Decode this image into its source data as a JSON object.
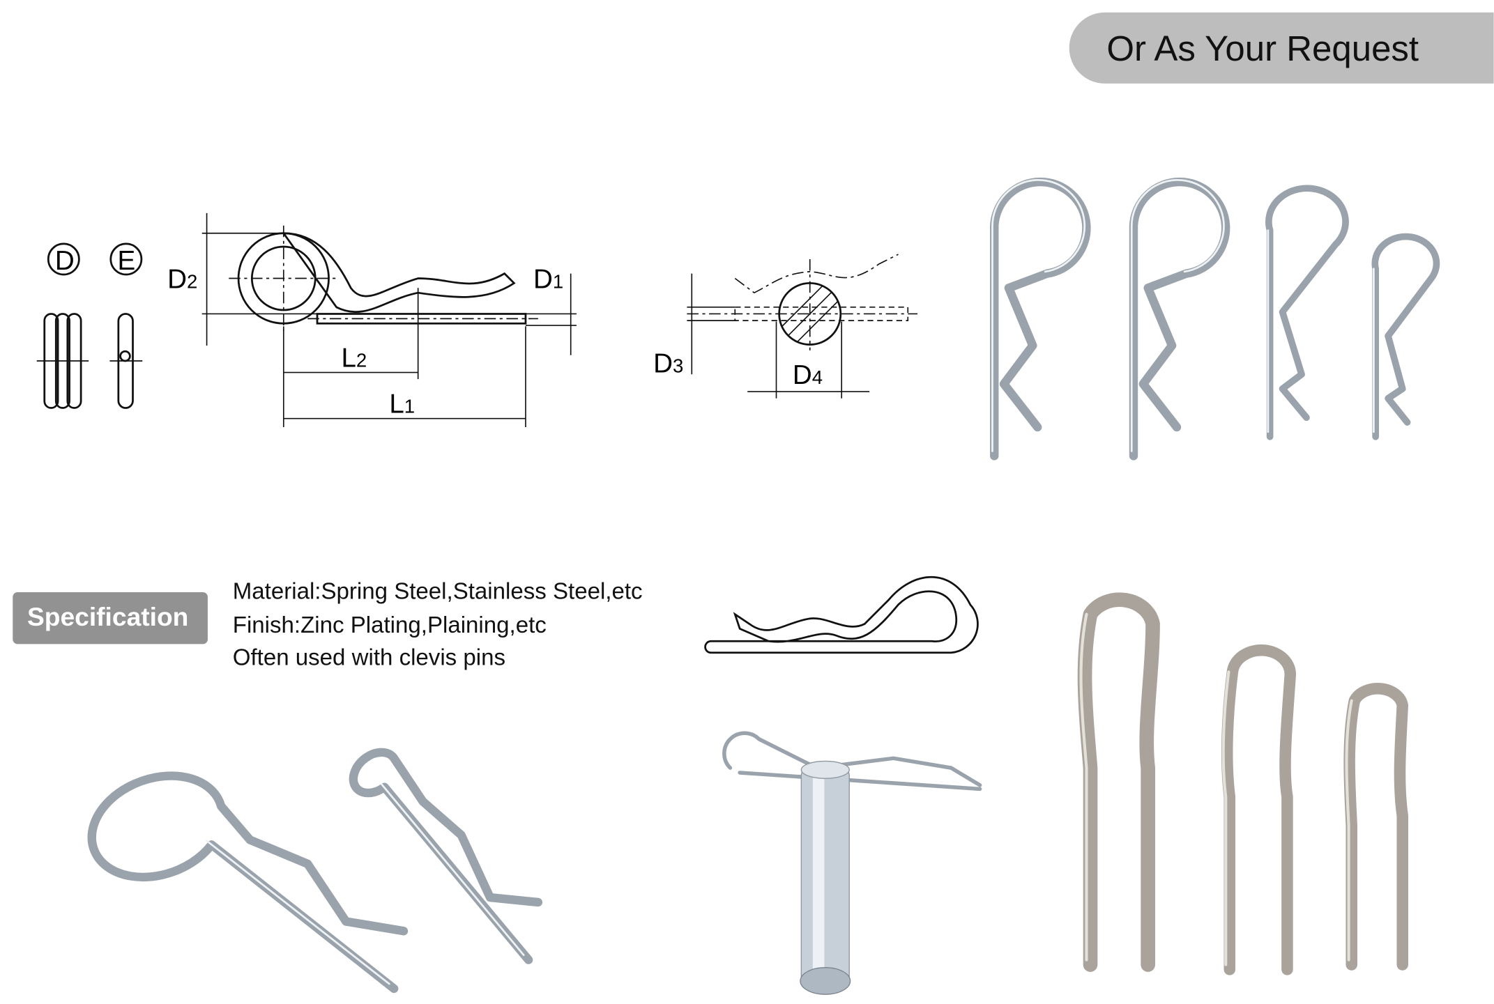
{
  "banner": {
    "label": "Or As Your Request",
    "color": "#bdbdbd"
  },
  "specification": {
    "badge": "Specification",
    "badge_color": "#929292",
    "lines": [
      "Material:Spring Steel,Stainless Steel,etc",
      "Finish:Zinc Plating,Plaining,etc",
      "Often used with clevis pins"
    ]
  },
  "drawing": {
    "view_labels": [
      "D",
      "E"
    ],
    "dims": {
      "D2": {
        "main": "D",
        "sub": "2"
      },
      "D1": {
        "main": "D",
        "sub": "1"
      },
      "L2": {
        "main": "L",
        "sub": "2"
      },
      "L1": {
        "main": "L",
        "sub": "1"
      },
      "D3": {
        "main": "D",
        "sub": "3"
      },
      "D4": {
        "main": "D",
        "sub": "4"
      }
    }
  }
}
